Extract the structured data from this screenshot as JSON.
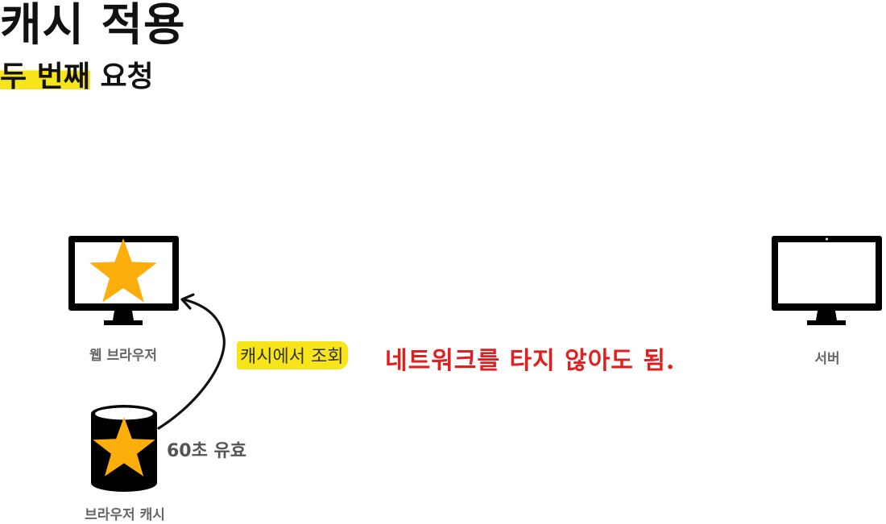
{
  "header": {
    "title": "캐시 적용",
    "subtitle_highlight": "두 번째",
    "subtitle_rest": " 요청"
  },
  "diagram": {
    "browser_label": "웹 브라우저",
    "server_label": "서버",
    "cache_label": "브라우저 캐시",
    "lookup_label": "캐시에서 조회",
    "validity_label": "60초 유효",
    "notice": "네트워크를 타지 않아도 됨."
  },
  "colors": {
    "highlight": "#f7e51b",
    "star": "#fcae0b",
    "notice": "#e02020",
    "icon": "#000000"
  }
}
